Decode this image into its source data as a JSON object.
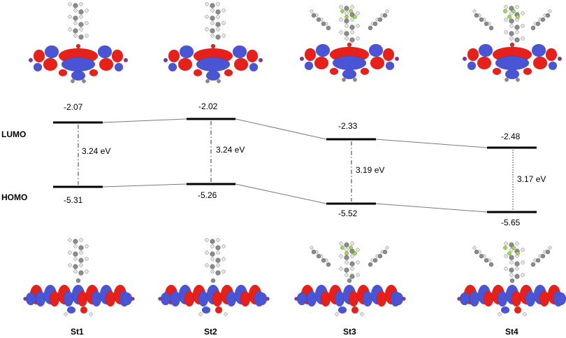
{
  "axis": {
    "lumo_label": "LUMO",
    "homo_label": "HOMO"
  },
  "structures": [
    {
      "id": "St1",
      "label": "St1",
      "lumo": "-2.07",
      "homo": "-5.31",
      "gap": "3.24 eV"
    },
    {
      "id": "St2",
      "label": "St2",
      "lumo": "-2.02",
      "homo": "-5.26",
      "gap": "3.24 eV"
    },
    {
      "id": "St3",
      "label": "St3",
      "lumo": "-2.33",
      "homo": "-5.52",
      "gap": "3.19 eV"
    },
    {
      "id": "St4",
      "label": "St4",
      "lumo": "-2.48",
      "homo": "-5.65",
      "gap": "3.17 eV"
    }
  ],
  "colors": {
    "orbital_positive": "#e8201a",
    "orbital_negative": "#4a55d6",
    "carbon": "#8a8a8a",
    "hydrogen": "#e6e6e6",
    "fluorine": "#9adf3a",
    "iodine": "#8a2fa0",
    "connector": "#7a7a7a"
  }
}
